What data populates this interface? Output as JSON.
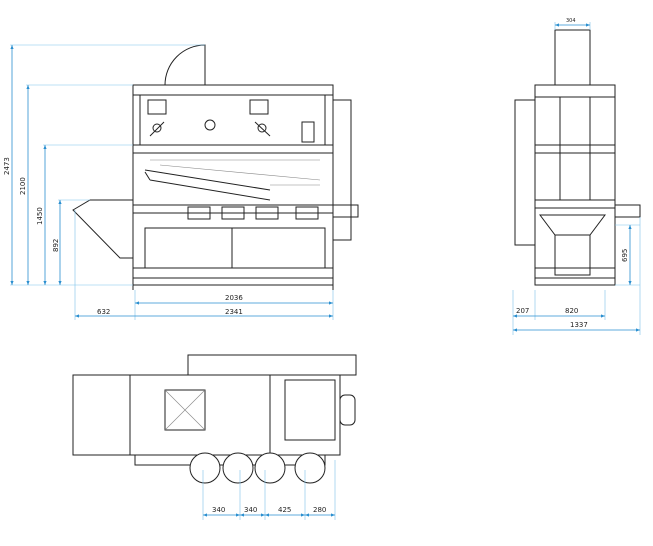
{
  "drawing": {
    "front_view": {
      "heights": {
        "total": "2473",
        "frame": "2100",
        "upper_deck": "1450",
        "inlet": "892"
      },
      "widths": {
        "inlet_offset": "632",
        "frame": "2036",
        "overall": "2341"
      }
    },
    "side_view": {
      "top_chute": "304",
      "offset": "207",
      "frame": "820",
      "overall": "1337",
      "outlet_height": "695"
    },
    "top_view": {
      "outlet_spacing": [
        "340",
        "340",
        "425",
        "280"
      ]
    }
  }
}
